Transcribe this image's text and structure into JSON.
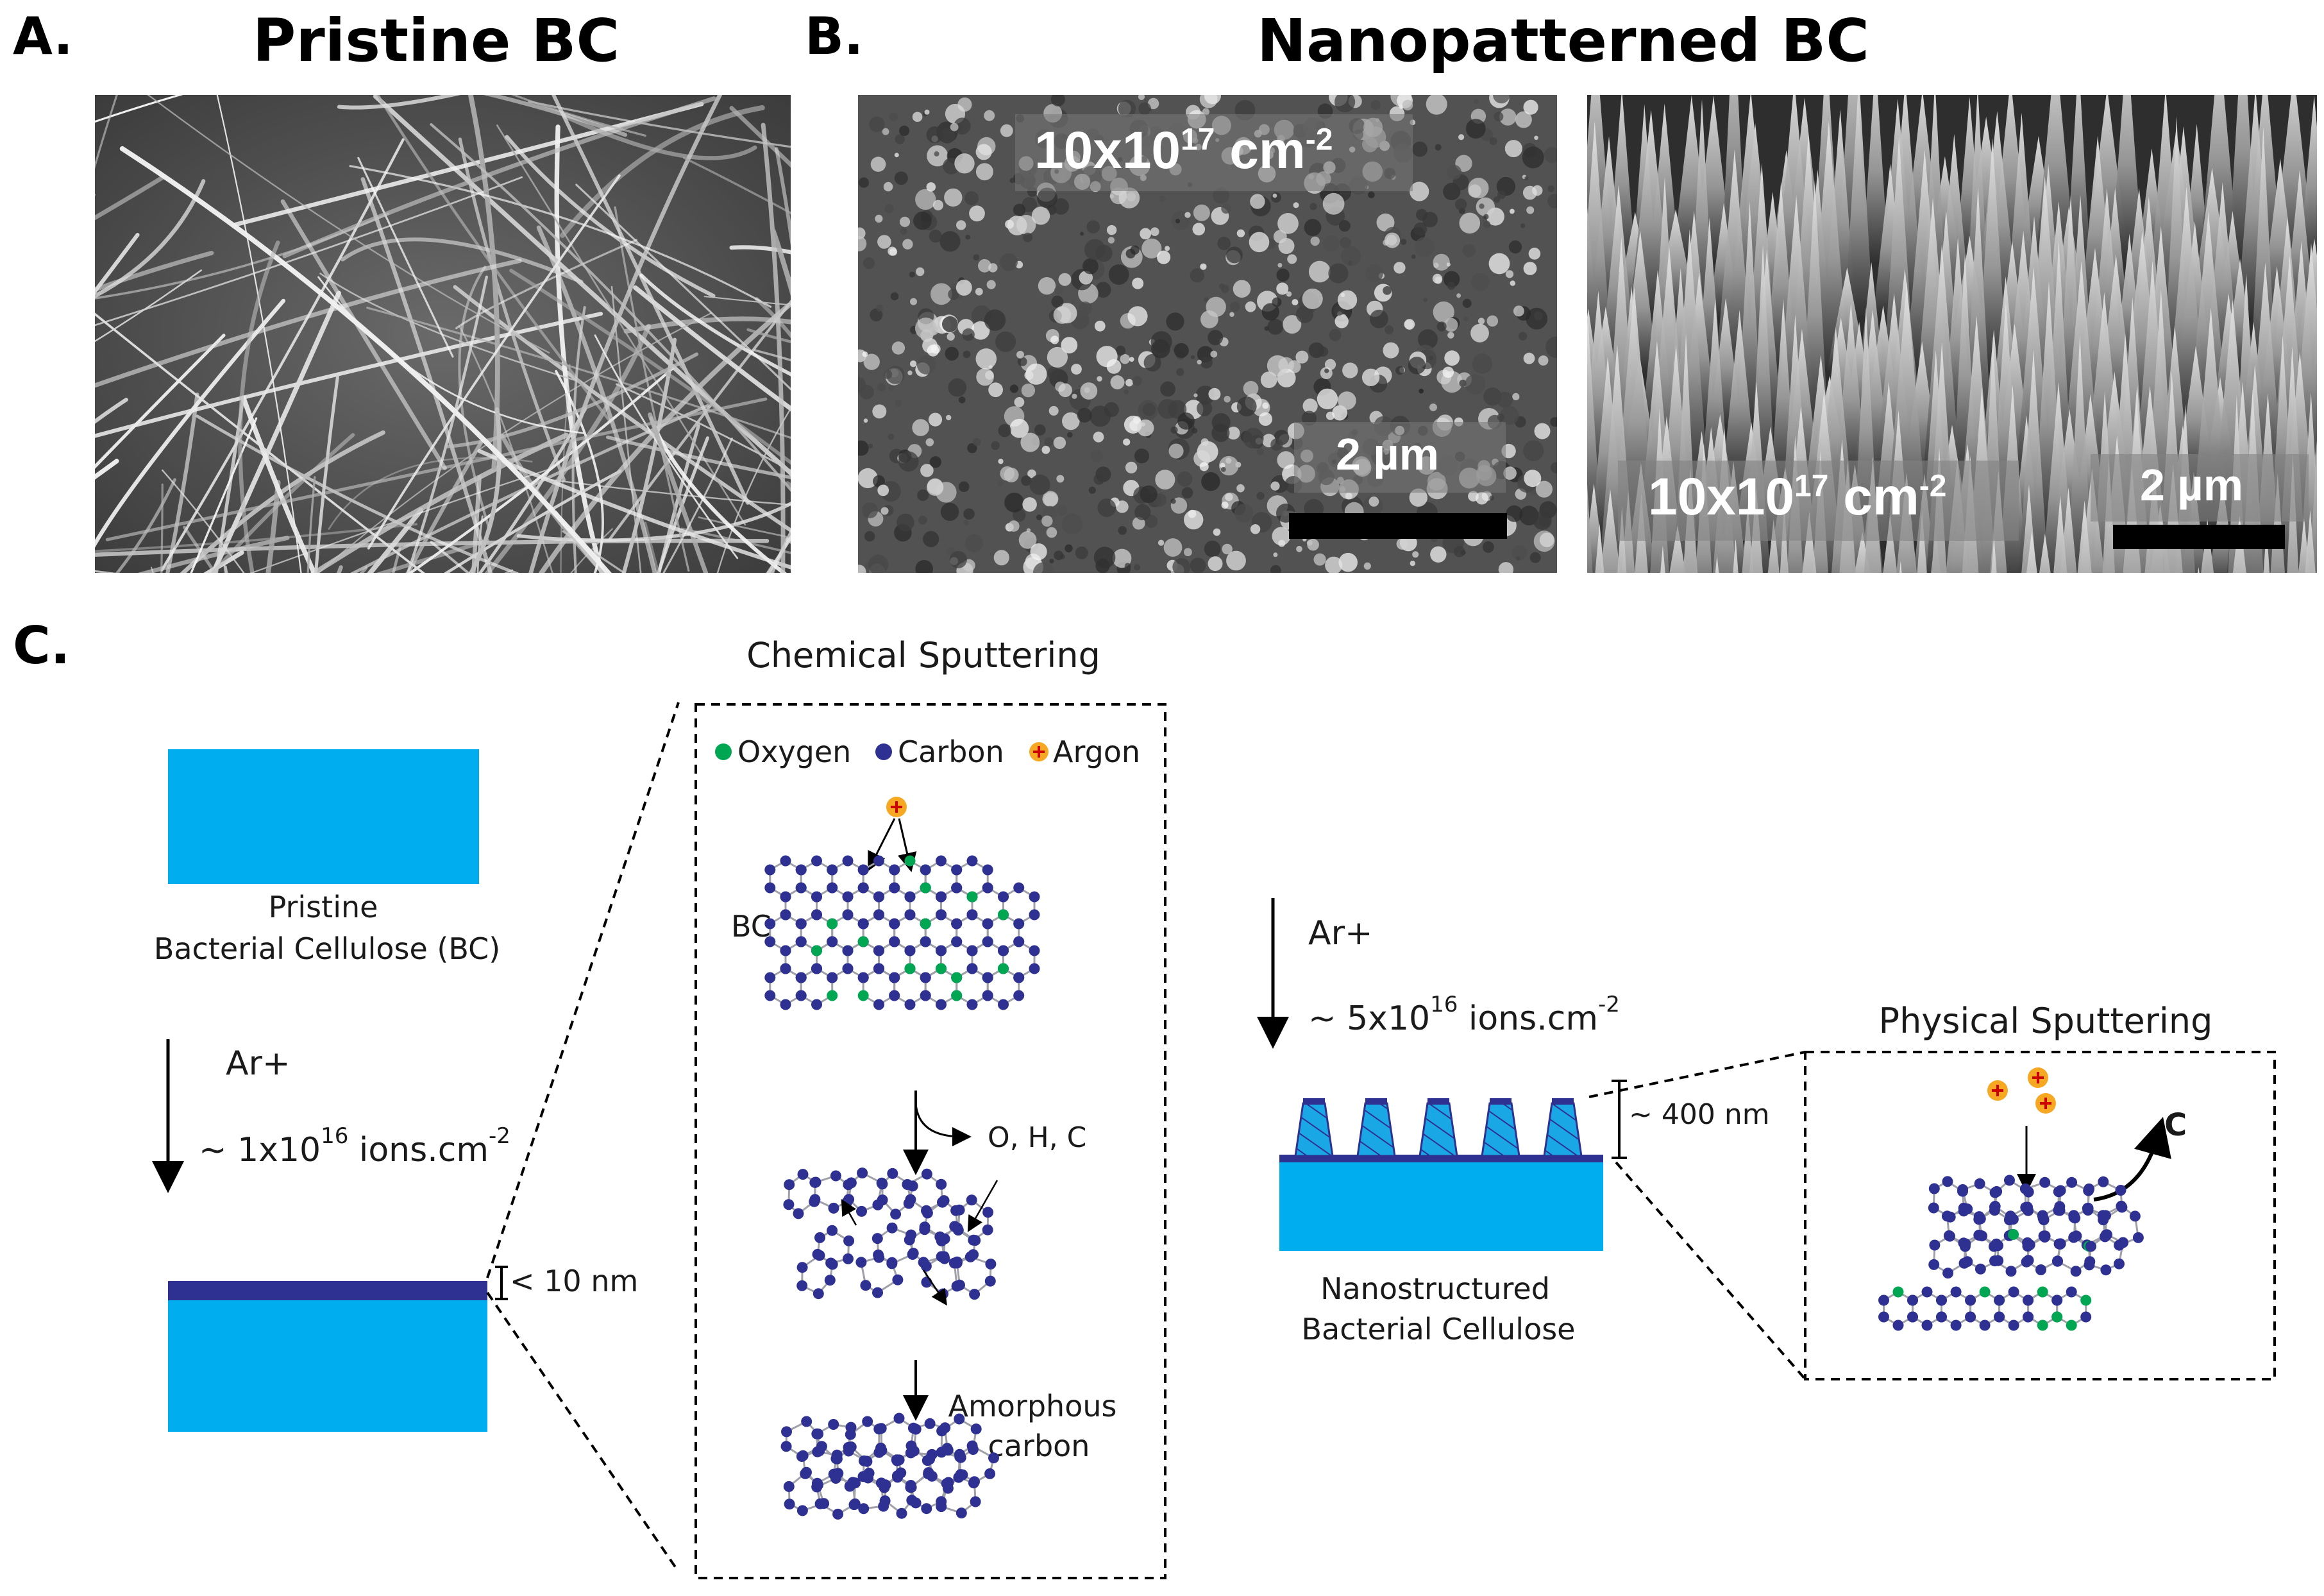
{
  "panel_a": {
    "letter": "A.",
    "title": "Pristine BC"
  },
  "panel_b": {
    "letter": "B.",
    "title": "Nanopatterned BC",
    "image1": {
      "dose_base": "10x10",
      "dose_exp": "17",
      "dose_unit": "cm",
      "dose_unit_exp": "-2",
      "scale": "2 µm"
    },
    "image2": {
      "dose_base": "10x10",
      "dose_exp": "17",
      "dose_unit": "cm",
      "dose_unit_exp": "-2",
      "scale": "2 µm"
    }
  },
  "panel_c": {
    "letter": "C.",
    "pristine_label_1": "Pristine",
    "pristine_label_2": "Bacterial Cellulose (BC)",
    "ion_left": "Ar+",
    "dose_left_base": "~ 1x10",
    "dose_left_exp": "16",
    "dose_left_unit": " ions.cm",
    "dose_left_unit_exp": "-2",
    "thickness_left": "< 10 nm",
    "chem_title": "Chemical Sputtering",
    "legend_oxygen": "Oxygen",
    "legend_carbon": "Carbon",
    "legend_argon": "Argon",
    "bc_label": "BC",
    "products": "O, H, C",
    "amorphous_1": "Amorphous",
    "amorphous_2": "carbon",
    "ion_right": "Ar+",
    "dose_right_base": "~ 5x10",
    "dose_right_exp": "16",
    "dose_right_unit": " ions.cm",
    "dose_right_unit_exp": "-2",
    "thickness_right": "~ 400 nm",
    "nano_label_1": "Nanostructured",
    "nano_label_2": "Bacterial Cellulose",
    "phys_title": "Physical Sputtering",
    "ejected": "C"
  },
  "colors": {
    "cellulose_blue": "#00aeef",
    "carbon_layer": "#2e3192",
    "oxygen_green": "#00a651",
    "argon_orange": "#f7a823",
    "bond_gray": "#a0a0a8"
  }
}
